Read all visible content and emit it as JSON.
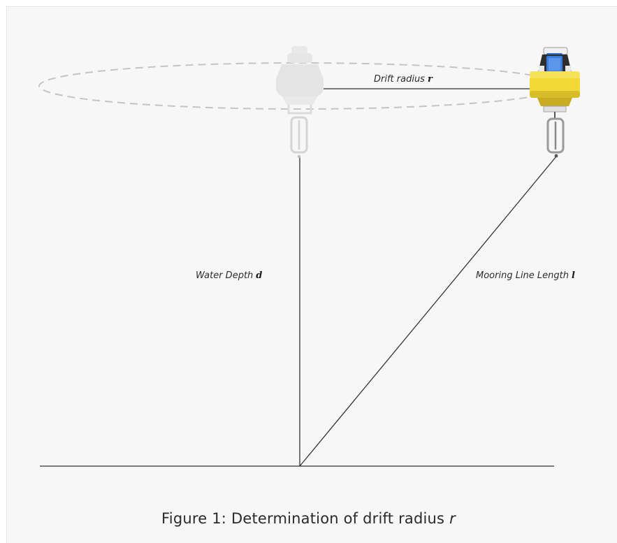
{
  "labels": {
    "drift_radius": "Drift radius",
    "drift_radius_var": "r",
    "water_depth": "Water Depth",
    "water_depth_var": "d",
    "mooring_line": "Mooring Line Length",
    "mooring_line_var": "l"
  },
  "caption": {
    "text": "Figure 1: Determination of drift radius",
    "var": "r"
  },
  "colors": {
    "background": "#f7f7f7",
    "line": "#333333",
    "orbit": "#c4c4c4",
    "ghost_buoy": "#e6e6e6",
    "buoy_yellow": "#f2d938",
    "buoy_yellow_dark": "#c9ac22",
    "buoy_blue": "#2f6fd0",
    "buoy_body": "#2e2e2e"
  },
  "icons": [
    "ghost-buoy-icon",
    "buoy-icon"
  ]
}
